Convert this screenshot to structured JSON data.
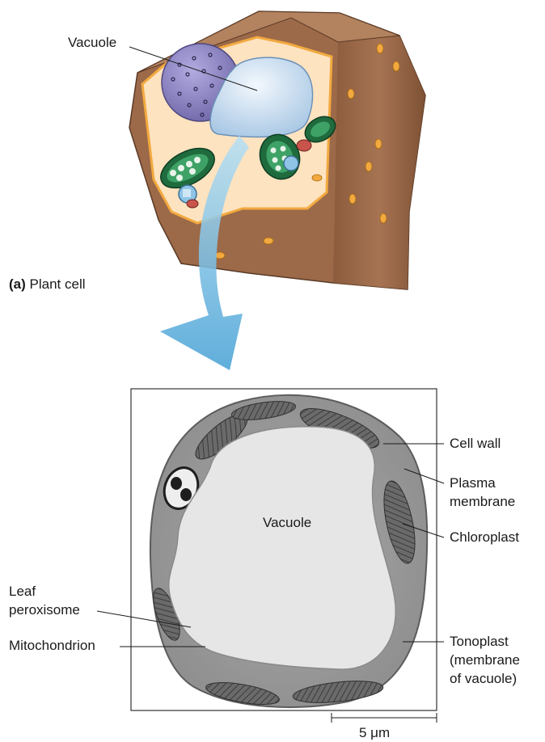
{
  "part_a": {
    "caption_letter": "(a)",
    "caption_text": "Plant cell",
    "vacuole_label": "Vacuole"
  },
  "part_b": {
    "vacuole_label": "Vacuole",
    "labels": {
      "cell_wall": "Cell wall",
      "plasma_membrane_line1": "Plasma",
      "plasma_membrane_line2": "membrane",
      "chloroplast": "Chloroplast",
      "tonoplast_line1": "Tonoplast",
      "tonoplast_line2": "(membrane",
      "tonoplast_line3": "of vacuole)",
      "peroxisome_line1": "Leaf",
      "peroxisome_line2": "peroxisome",
      "mitochondrion": "Mitochondrion"
    },
    "scale_bar": "5 μm"
  },
  "colors": {
    "cell_wall": "#a0704e",
    "cytoplasm": "#fde3c0",
    "membrane": "#f7b548",
    "nucleus": "#8f88c4",
    "vacuole": "#d6e6f5",
    "chloroplast": "#2e8b57",
    "arrow": "#6bb9e0",
    "micrograph_bg": "#b8b8b8"
  }
}
